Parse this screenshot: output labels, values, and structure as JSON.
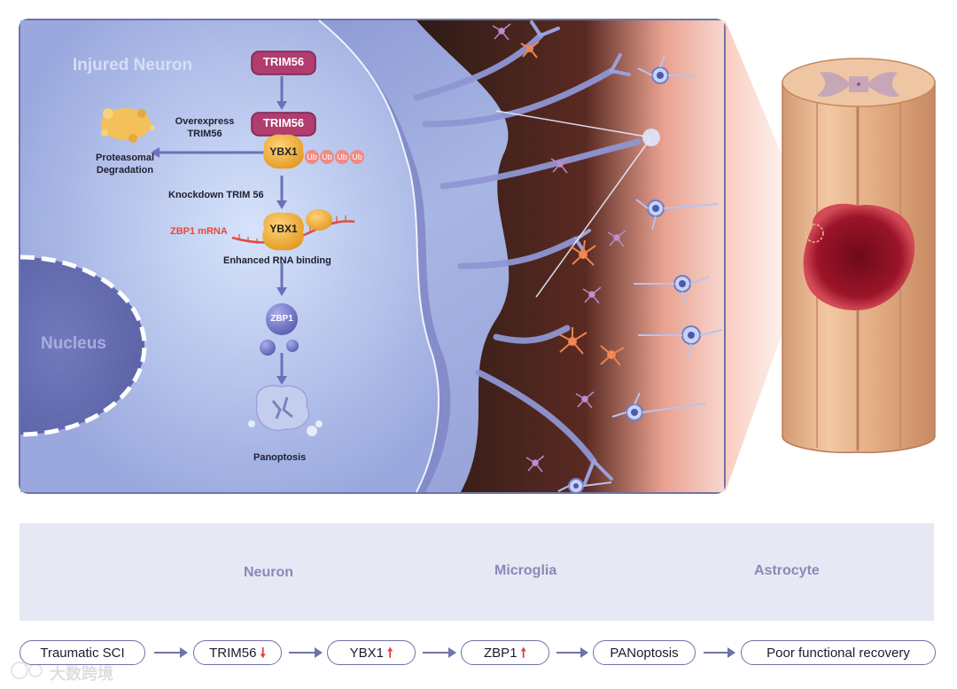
{
  "figure": {
    "injured_neuron_label": "Injured Neuron",
    "nucleus_label": "Nucleus",
    "trim56_top": "TRIM56",
    "trim56_complex": "TRIM56",
    "ybx1_complex": "YBX1",
    "ub_tag": "Ub",
    "overexpress_label_1": "Overexpress",
    "overexpress_label_2": "TRIM56",
    "proteasomal_label_1": "Proteasomal",
    "proteasomal_label_2": "Degradation",
    "knockdown_label": "Knockdown TRIM 56",
    "ybx1_rna": "YBX1",
    "zbp1_mrna": "ZBP1 mRNA",
    "enhanced_binding": "Enhanced RNA binding",
    "zbp1_protein": "ZBP1",
    "panoptosis_label": "Panoptosis"
  },
  "legend": {
    "neuron": "Neuron",
    "microglia": "Microglia",
    "astrocyte": "Astrocyte"
  },
  "flow": {
    "steps": [
      {
        "label": "Traumatic SCI",
        "change": ""
      },
      {
        "label": "TRIM56",
        "change": "down"
      },
      {
        "label": "YBX1",
        "change": "up"
      },
      {
        "label": "ZBP1",
        "change": "up"
      },
      {
        "label": "PANoptosis",
        "change": ""
      },
      {
        "label": "Poor functional recovery",
        "change": ""
      }
    ]
  },
  "watermark": "大数跨境",
  "colors": {
    "panel_border": "#6f73a8",
    "trim56": "#b03d6e",
    "ybx1": "#f1b43a",
    "ub": "#f08a84",
    "mrna": "#e24b3a",
    "arrow_up_down": "#e0404a",
    "lesion": "#8e0f24"
  }
}
